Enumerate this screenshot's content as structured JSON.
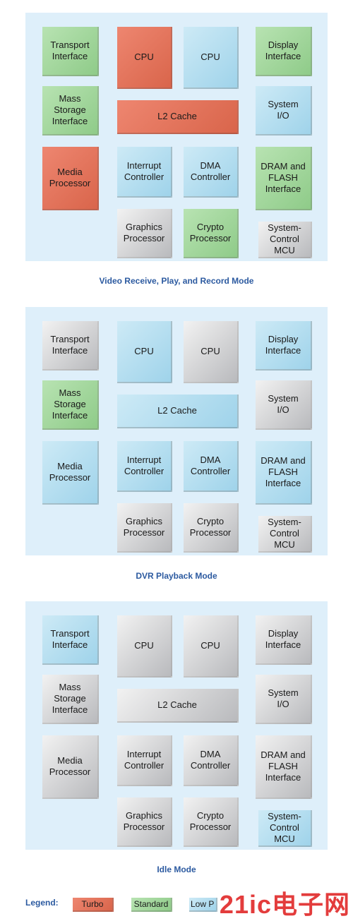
{
  "colors": {
    "turbo": "#e07a62",
    "standard": "#a7d9a1",
    "low_power": "#b8e0f2",
    "off": "#d2d3d5",
    "panel": "#deeffa",
    "caption": "#2c5aa0",
    "watermark": "#e02828"
  },
  "blocks": {
    "transport": "Transport\nInterface",
    "cpu": "CPU",
    "display": "Display\nInterface",
    "mass_storage": "Mass\nStorage\nInterface",
    "l2_cache": "L2 Cache",
    "system_io": "System\nI/O",
    "media": "Media\nProcessor",
    "interrupt": "Interrupt\nController",
    "dma": "DMA\nController",
    "dram": "DRAM and\nFLASH\nInterface",
    "graphics": "Graphics\nProcessor",
    "crypto": "Crypto\nProcessor",
    "sys_mcu": "System-\nControl\nMCU"
  },
  "modes": [
    {
      "caption": "Video Receive, Play, and Record Mode",
      "states": {
        "transport": "standard",
        "cpu1": "turbo",
        "cpu2": "lowpower",
        "display": "standard",
        "mass_storage": "standard",
        "l2_cache": "turbo",
        "system_io": "lowpower",
        "media": "turbo",
        "interrupt": "lowpower",
        "dma": "lowpower",
        "dram": "standard",
        "graphics": "off",
        "crypto": "standard",
        "sys_mcu": "off"
      }
    },
    {
      "caption": "DVR Playback Mode",
      "states": {
        "transport": "off",
        "cpu1": "lowpower",
        "cpu2": "off",
        "display": "lowpower",
        "mass_storage": "standard",
        "l2_cache": "lowpower",
        "system_io": "off",
        "media": "lowpower",
        "interrupt": "lowpower",
        "dma": "lowpower",
        "dram": "lowpower",
        "graphics": "off",
        "crypto": "off",
        "sys_mcu": "off"
      }
    },
    {
      "caption": "Idle Mode",
      "states": {
        "transport": "lowpower",
        "cpu1": "off",
        "cpu2": "off",
        "display": "off",
        "mass_storage": "off",
        "l2_cache": "off",
        "system_io": "off",
        "media": "off",
        "interrupt": "off",
        "dma": "off",
        "dram": "off",
        "graphics": "off",
        "crypto": "off",
        "sys_mcu": "lowpower"
      }
    }
  ],
  "legend": {
    "title": "Legend:",
    "items": [
      {
        "label": "Turbo",
        "state": "turbo"
      },
      {
        "label": "Standard",
        "state": "standard"
      },
      {
        "label": "Low P",
        "state": "lowpower"
      }
    ]
  },
  "watermark": "21ic电子网"
}
